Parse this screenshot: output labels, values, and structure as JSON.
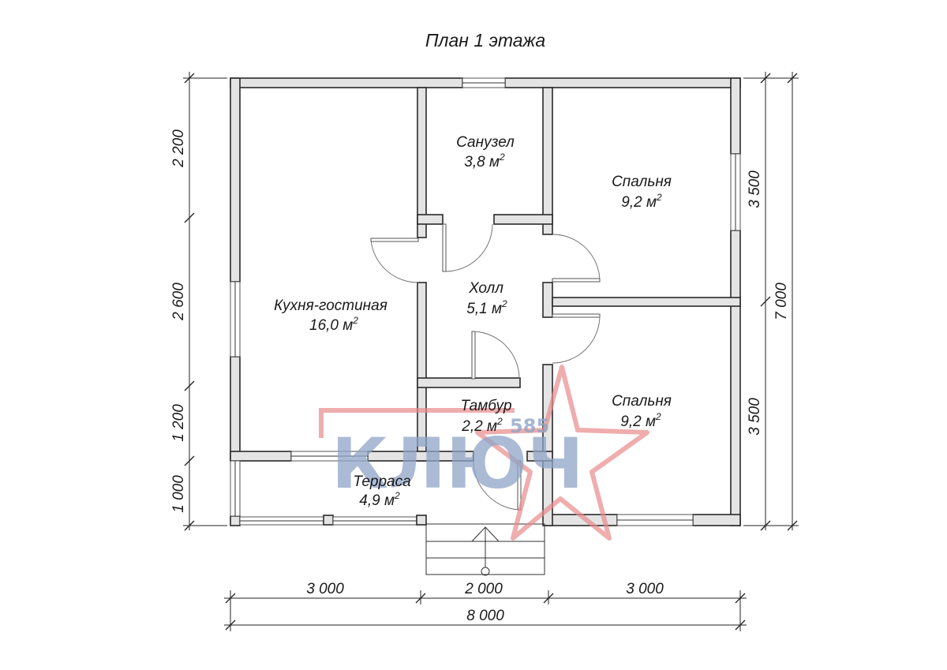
{
  "title": "План 1 этажа",
  "rooms": {
    "kitchen": {
      "name": "Кухня-гостиная",
      "area": "16,0 м",
      "unit_sup": "2"
    },
    "bath": {
      "name": "Санузел",
      "area": "3,8 м",
      "unit_sup": "2"
    },
    "bedroom_top": {
      "name": "Спальня",
      "area": "9,2 м",
      "unit_sup": "2"
    },
    "hall": {
      "name": "Холл",
      "area": "5,1 м",
      "unit_sup": "2"
    },
    "vestibule": {
      "name": "Тамбур",
      "area": "2,2 м",
      "unit_sup": "2"
    },
    "bedroom_bottom": {
      "name": "Спальня",
      "area": "9,2 м",
      "unit_sup": "2"
    },
    "terrace": {
      "name": "Терраса",
      "area": "4,9 м",
      "unit_sup": "2"
    }
  },
  "dimensions": {
    "left": [
      "2 200",
      "2 600",
      "1 200",
      "1 000"
    ],
    "right_inner": [
      "3 500",
      "3 500"
    ],
    "right_outer": "7 000",
    "bottom_inner": [
      "3 000",
      "2 000",
      "3 000"
    ],
    "bottom_total": "8 000"
  },
  "watermark": {
    "text": "КЛЮЧ",
    "number": "585"
  },
  "colors": {
    "wall_fill": "#e4e4e4",
    "wall_outline": "#2a2a2a",
    "watermark_star": "#e88a8a",
    "watermark_text": "#8fa5c8"
  }
}
